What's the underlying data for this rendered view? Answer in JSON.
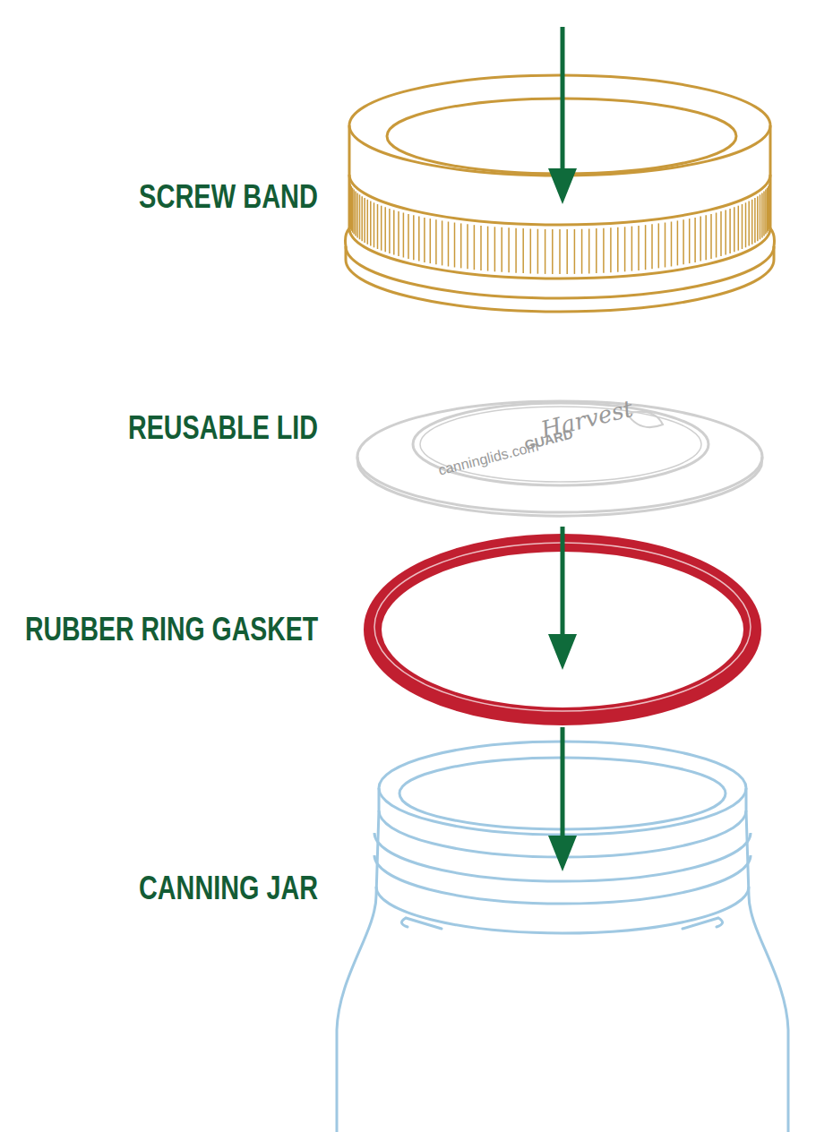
{
  "diagram": {
    "labels": [
      "SCREW BAND",
      "REUSABLE LID",
      "RUBBER RING GASKET",
      "CANNING JAR",
      "Harvest",
      "GUARD",
      "canninglids.com"
    ]
  }
}
